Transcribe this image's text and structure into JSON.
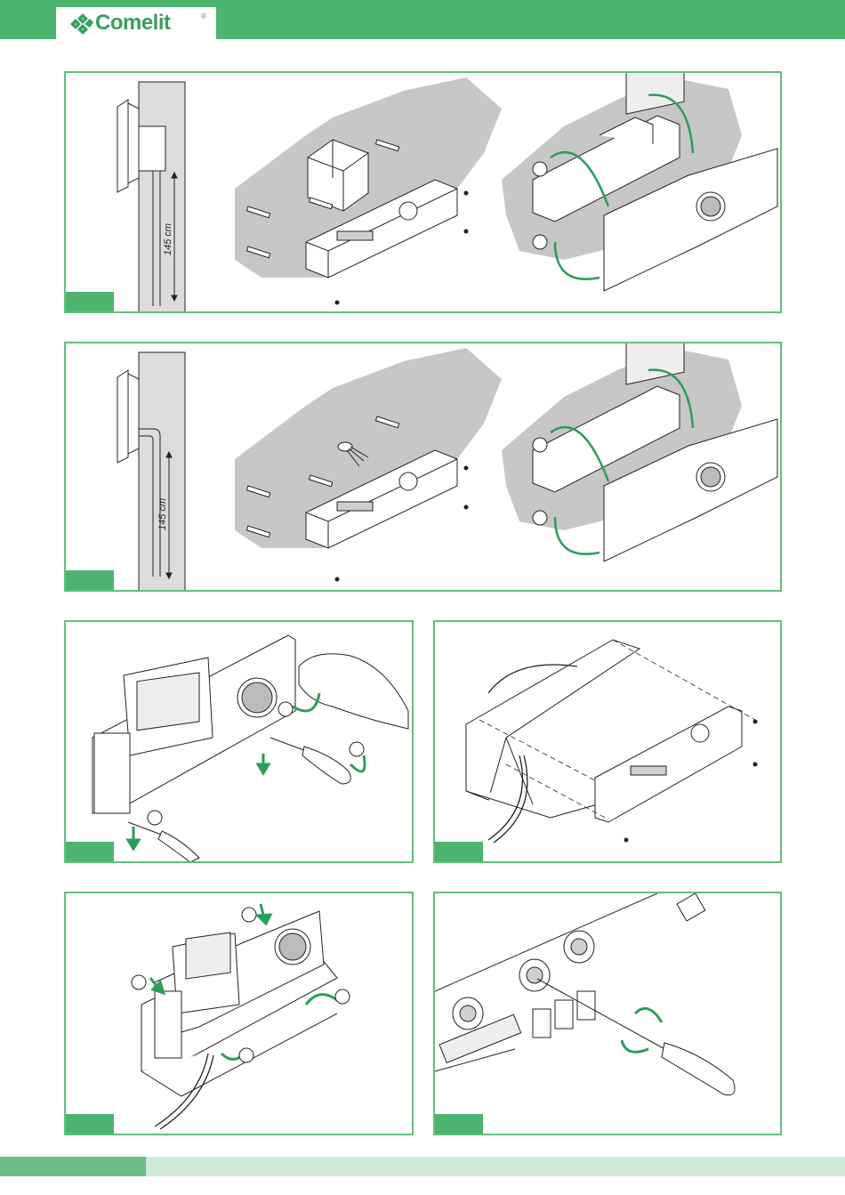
{
  "header": {
    "brand_name": "Comelit",
    "brand_mark": "®",
    "brand_color": "#4db46f"
  },
  "panels": {
    "panel1": {
      "height_label": "145 cm"
    },
    "panel2": {
      "height_label": "145 cm"
    }
  },
  "icons": [
    "comelit-logo-icon",
    "monitor-unit",
    "wall-box",
    "screwdriver",
    "rotate-arrow",
    "press-arrow",
    "hand",
    "trimmer-potentiometer"
  ]
}
